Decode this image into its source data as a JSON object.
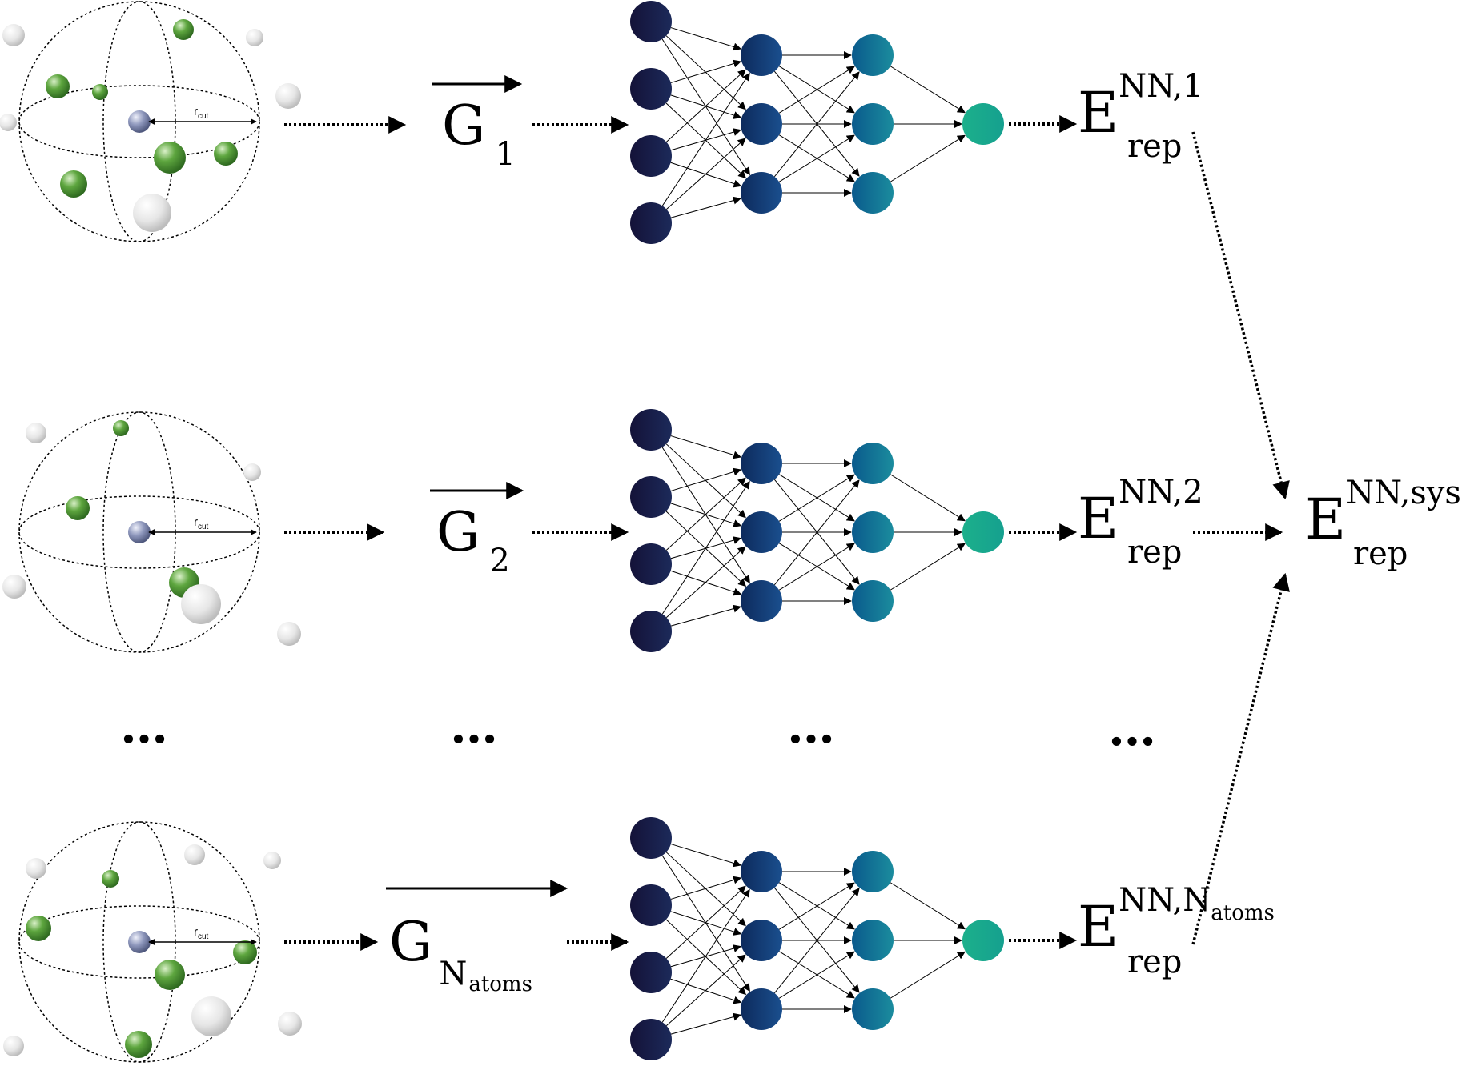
{
  "colors": {
    "input_layer": "#15153f",
    "hidden1_top": "#0f2f66",
    "hidden1_bottom": "#1a4a8c",
    "hidden2_top": "#0a5d8e",
    "hidden2_bottom": "#1b8fa3",
    "output_node": "#1aa98a",
    "green_atom": "#4f9a38",
    "center_atom": "#8a93b5",
    "grey_atom": "#e3e3e3"
  },
  "rows": [
    {
      "descriptor": {
        "base": "G",
        "sub": "1"
      },
      "energy": {
        "base": "E",
        "sup": "NN,1",
        "sup_sub": "",
        "sub": "rep"
      },
      "rcut": {
        "base": "r",
        "sub": "cut"
      }
    },
    {
      "descriptor": {
        "base": "G",
        "sub": "2"
      },
      "energy": {
        "base": "E",
        "sup": "NN,2",
        "sup_sub": "",
        "sub": "rep"
      },
      "rcut": {
        "base": "r",
        "sub": "cut"
      }
    },
    {
      "descriptor": {
        "base": "G",
        "sub": "N",
        "sub_sub": "atoms"
      },
      "energy": {
        "base": "E",
        "sup": "NN,N",
        "sup_sub": "atoms",
        "sub": "rep"
      },
      "rcut": {
        "base": "r",
        "sub": "cut"
      }
    }
  ],
  "ellipsis": [
    "…",
    "…",
    "…",
    "…"
  ],
  "system_energy": {
    "base": "E",
    "sup": "NN,sys",
    "sub": "rep"
  }
}
